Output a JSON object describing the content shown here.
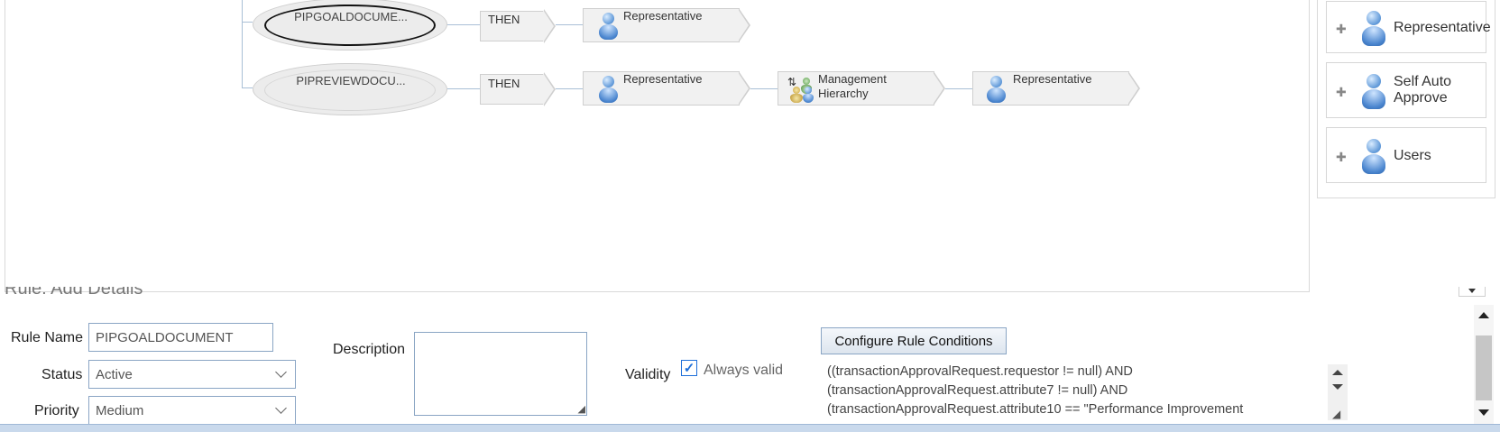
{
  "canvas": {
    "rows": [
      {
        "condition_label": "PIPGOALDOCUME...",
        "then_label": "THEN",
        "steps": [
          {
            "label": "Representative",
            "icon": "person-icon"
          }
        ]
      },
      {
        "condition_label": "PIPREVIEWDOCU...",
        "then_label": "THEN",
        "steps": [
          {
            "label": "Representative",
            "icon": "person-icon"
          },
          {
            "label": "Management Hierarchy",
            "icon": "group-hierarchy-icon"
          },
          {
            "label": "Representative",
            "icon": "person-icon"
          }
        ]
      }
    ]
  },
  "palette": {
    "items": [
      {
        "label": "Representative"
      },
      {
        "label": "Self Auto Approve"
      },
      {
        "label": "Users"
      }
    ]
  },
  "form": {
    "section_title": "Rule: Add Details",
    "rule_name_label": "Rule Name",
    "rule_name_value": "PIPGOALDOCUMENT",
    "status_label": "Status",
    "status_value": "Active",
    "priority_label": "Priority",
    "priority_value": "Medium",
    "description_label": "Description",
    "description_value": "",
    "validity_label": "Validity",
    "always_valid_label": "Always valid",
    "always_valid_checked": true,
    "configure_button": "Configure Rule Conditions",
    "conditions": [
      "((transactionApprovalRequest.requestor != null) AND",
      "(transactionApprovalRequest.attribute7 != null) AND",
      "(transactionApprovalRequest.attribute10 == \"Performance Improvement"
    ]
  },
  "colors": {
    "accent": "#8aa5c4",
    "checkbox": "#1e6fd9",
    "connector": "#a9bfd6"
  }
}
